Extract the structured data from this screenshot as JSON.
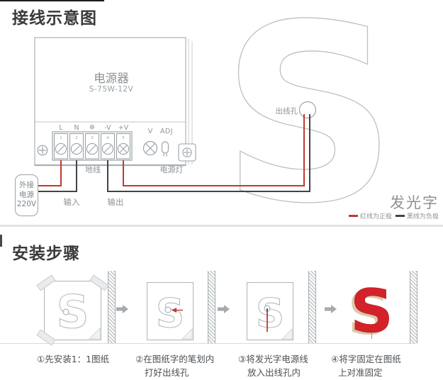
{
  "wiring": {
    "title": "接线示意图",
    "psu": {
      "name": "电源器",
      "model": "S-75W-12V",
      "terminals": [
        {
          "num": "1",
          "label": "L"
        },
        {
          "num": "2",
          "label": "N"
        },
        {
          "num": "3",
          "label": "⊕"
        },
        {
          "num": "4",
          "label": "-V"
        },
        {
          "num": "5",
          "label": "+V"
        }
      ],
      "v_label": "V",
      "adj_label": "ADJ",
      "ground_label": "地线",
      "power_light_label": "电源灯"
    },
    "external_power": {
      "line1": "外接",
      "line2": "电源",
      "line3": "220V"
    },
    "input_label": "输入",
    "output_label": "输出",
    "outlet_hole_label": "出线孔",
    "sign_label": "发光字",
    "sign_letter": "S",
    "legend": [
      {
        "color": "#bf3a31",
        "label": "红线为正极"
      },
      {
        "color": "#3f4447",
        "label": "黑线为负极"
      }
    ],
    "colors": {
      "wire_red": "#bf3a31",
      "wire_black": "#3f4447",
      "outline_gray": "#b7bdc1"
    }
  },
  "installation": {
    "title": "安装步骤",
    "letter": "S",
    "letter_color": "#d3222a",
    "steps": [
      {
        "caption_lines": [
          "①先安装1：1图纸",
          ""
        ]
      },
      {
        "caption_lines": [
          "②在图纸字的笔划内",
          "打好出线孔"
        ]
      },
      {
        "caption_lines": [
          "③将发光字电源线",
          "放入出线孔内"
        ]
      },
      {
        "caption_lines": [
          "④将字固定在图纸",
          "上对准固定"
        ]
      }
    ]
  }
}
